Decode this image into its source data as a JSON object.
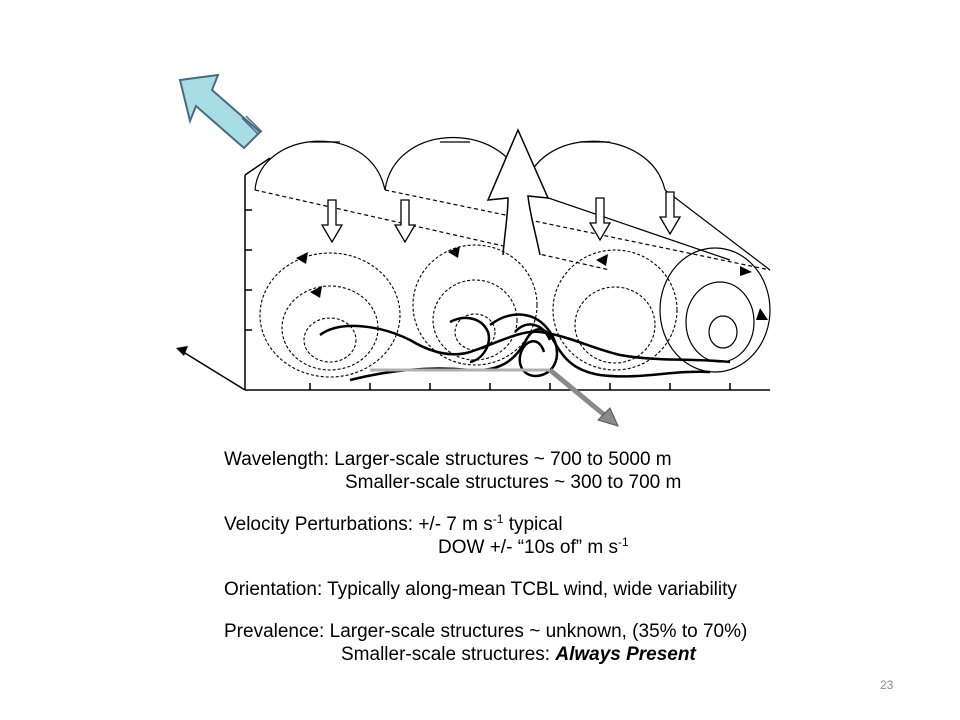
{
  "wavelength": {
    "label": "Wavelength:",
    "line1": "Larger-scale structures ~ 700 to 5000 m",
    "line2": "Smaller-scale structures ~ 300 to 700 m"
  },
  "velocity": {
    "label": "Velocity Perturbations:",
    "line1_pre": "+/- 7 m s",
    "line1_exp": "-1",
    "line1_post": " typical",
    "line2_pre": "DOW +/- “10s of” m s",
    "line2_exp": "-1"
  },
  "orientation": {
    "label": "Orientation:",
    "line1": "Typically along-mean TCBL wind, wide variability"
  },
  "prevalence": {
    "label": "Prevalence:",
    "line1": "Larger-scale structures ~ unknown, (35% to 70%)",
    "line2_pre": "Smaller-scale structures: ",
    "line2_emph": "Always Present"
  },
  "page_number": "23",
  "colors": {
    "arrow_fill": "#a8dde6",
    "arrow_stroke": "#4a6a80",
    "grey_arrow": "#8a8a8a",
    "page_number": "#8c8c8c"
  }
}
